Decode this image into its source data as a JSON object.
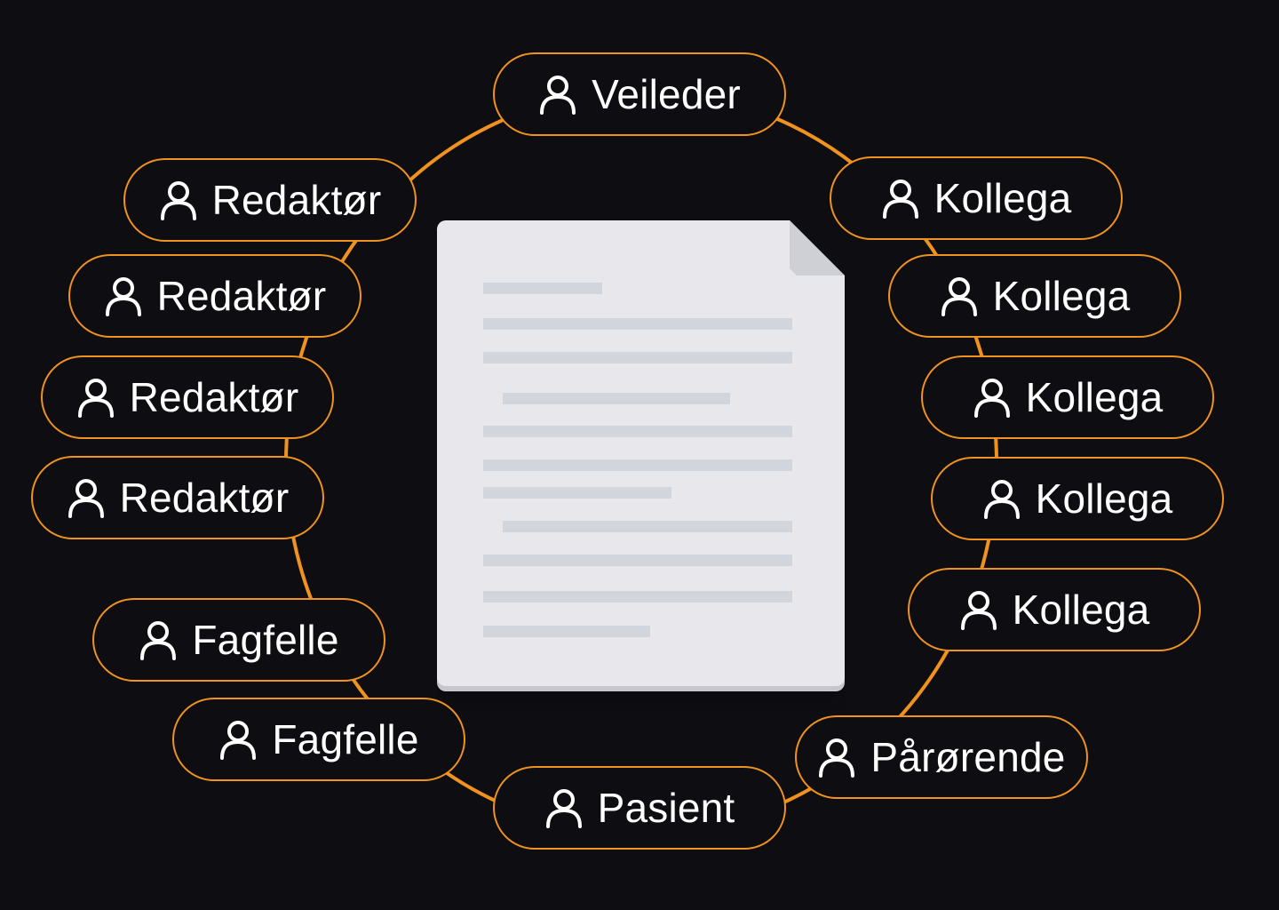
{
  "accent_color": "#f0921e",
  "background_color": "#0e0e12",
  "center_icon": "document-icon",
  "role_icon": "person-icon",
  "roles": [
    {
      "id": "veileder",
      "label": "Veileder"
    },
    {
      "id": "redaktor-1",
      "label": "Redaktør"
    },
    {
      "id": "redaktor-2",
      "label": "Redaktør"
    },
    {
      "id": "redaktor-3",
      "label": "Redaktør"
    },
    {
      "id": "redaktor-4",
      "label": "Redaktør"
    },
    {
      "id": "fagfelle-1",
      "label": "Fagfelle"
    },
    {
      "id": "fagfelle-2",
      "label": "Fagfelle"
    },
    {
      "id": "pasient",
      "label": "Pasient"
    },
    {
      "id": "parorende",
      "label": "Pårørende"
    },
    {
      "id": "kollega-1",
      "label": "Kollega"
    },
    {
      "id": "kollega-2",
      "label": "Kollega"
    },
    {
      "id": "kollega-3",
      "label": "Kollega"
    },
    {
      "id": "kollega-4",
      "label": "Kollega"
    },
    {
      "id": "kollega-5",
      "label": "Kollega"
    }
  ]
}
